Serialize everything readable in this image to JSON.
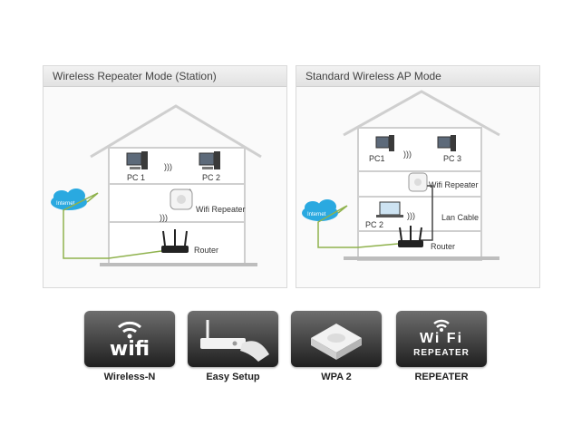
{
  "panels": {
    "left": {
      "title": "Wireless Repeater Mode (Station)",
      "cloud_label": "Internet",
      "pc1": "PC 1",
      "pc2": "PC 2",
      "repeater": "Wifi Repeater",
      "router": "Router"
    },
    "right": {
      "title": "Standard Wireless AP Mode",
      "cloud_label": "Internet",
      "pc1": "PC1",
      "pc3": "PC 3",
      "repeater": "Wifi Repeater",
      "pc2": "PC 2",
      "cable": "Lan Cable",
      "router": "Router"
    }
  },
  "features": [
    {
      "icon": "wifi-icon",
      "label": "Wireless-N",
      "badge": "wifi"
    },
    {
      "icon": "easy-setup-icon",
      "label": "Easy Setup"
    },
    {
      "icon": "wpa2-device-icon",
      "label": "WPA 2"
    },
    {
      "icon": "wifi-repeater-icon",
      "label": "REPEATER",
      "badge_top": "Wi Fi",
      "badge_bottom": "REPEATER"
    }
  ],
  "colors": {
    "house_outline": "#c8c8c8",
    "cloud": "#2aa9e0",
    "cable": "#8fb24d",
    "feature_bg": "#2a2a2a"
  }
}
